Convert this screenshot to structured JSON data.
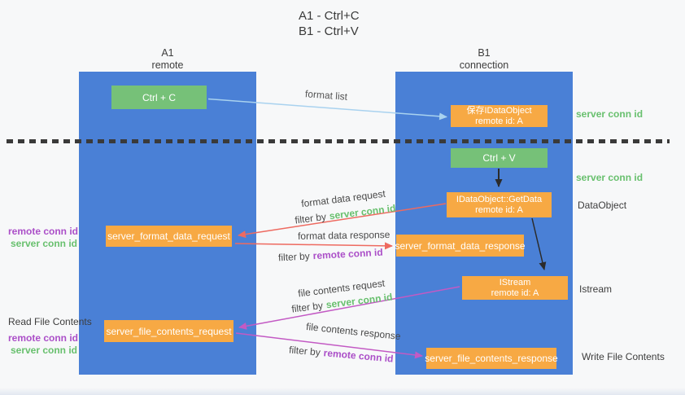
{
  "title": {
    "line1": "A1 - Ctrl+C",
    "line2": "B1 - Ctrl+V"
  },
  "columns": {
    "left": {
      "name": "A1",
      "role": "remote"
    },
    "right": {
      "name": "B1",
      "role": "connection"
    }
  },
  "nodes": {
    "ctrl_c": "Ctrl + C",
    "ctrl_v": "Ctrl + V",
    "save_dataobject": {
      "line1": "保存IDataObject",
      "line2": "remote id: A"
    },
    "getdata": {
      "line1": "IDataObject::GetData",
      "line2": "remote id: A"
    },
    "istream": {
      "line1": "IStream",
      "line2": "remote id: A"
    },
    "server_format_data_request": "server_format_data_request",
    "server_format_data_response": "server_format_data_response",
    "server_file_contents_request": "server_file_contents_request",
    "server_file_contents_response": "server_file_contents_response"
  },
  "arrow_labels": {
    "format_list": "format list",
    "format_data_request": "format data request",
    "format_data_response": "format data response",
    "file_contents_request": "file contents request",
    "file_contents_response": "file contents response",
    "filter_by": "filter by",
    "server_conn_id": "server conn id",
    "remote_conn_id": "remote conn id"
  },
  "annotations": {
    "left_mid": {
      "line1": "remote conn id",
      "line2": "server conn id"
    },
    "left_bottom": {
      "title": "Read File Contents",
      "line1": "remote conn id",
      "line2": "server conn id"
    },
    "right": {
      "server_conn_id_top": "server conn id",
      "server_conn_id_mid": "server conn id",
      "dataobject": "DataObject",
      "istream": "Istream",
      "write_file_contents": "Write File Contents"
    }
  },
  "colors": {
    "bg": "#f7f8f9",
    "column-blue": "#4a80d6",
    "box-green": "#76c178",
    "box-orange": "#f7a944",
    "green-id": "#68c06e",
    "purple-id": "#ab4fc8",
    "arrow-blue": "#a9d2ef",
    "arrow-salmon": "#ee6a60",
    "arrow-magenta": "#c35ac4",
    "arrow-black": "#2b2b2b",
    "dash": "#3a3a3a"
  }
}
